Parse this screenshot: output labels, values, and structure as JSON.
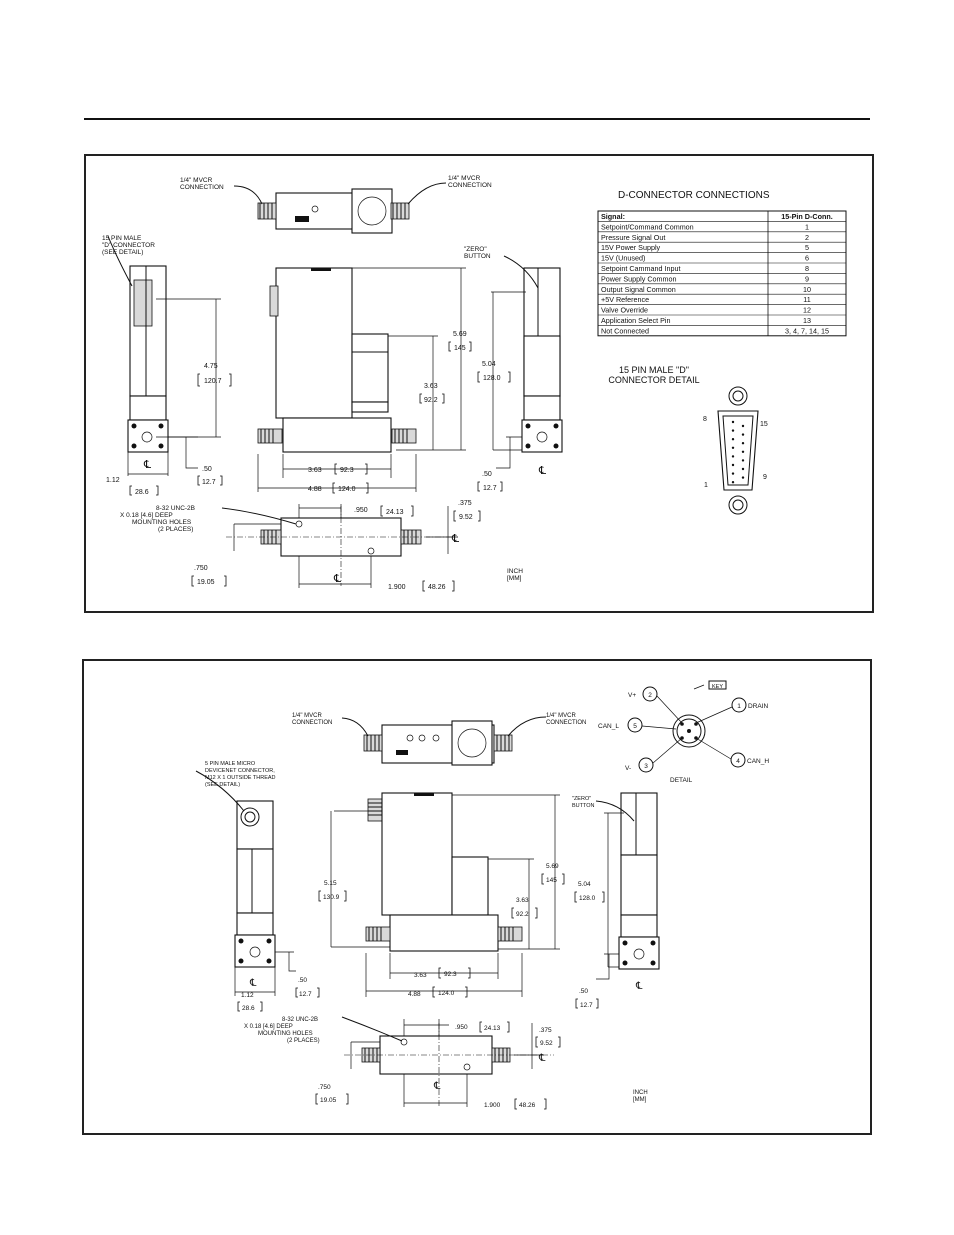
{
  "top_panel": {
    "labels": {
      "mvcr_left_1": "1/4\" MVCR",
      "mvcr_left_2": "CONNECTION",
      "mvcr_right_1": "1/4\" MVCR",
      "mvcr_right_2": "CONNECTION",
      "dconn_1": "15 PIN MALE",
      "dconn_2": "\"D\" CONNECTOR",
      "dconn_3": "(SEE DETAIL)",
      "zero_1": "\"ZERO\"",
      "zero_2": "BUTTON",
      "mount_1": "8-32 UNC-2B",
      "mount_2": "X 0.18 [4.6] DEEP",
      "mount_3": "MOUNTING HOLES",
      "mount_4": "(2 PLACES)",
      "units_1": "INCH",
      "units_2": "[MM]",
      "detail_1": "15 PIN MALE \"D\"",
      "detail_2": "CONNECTOR DETAIL",
      "pin_8": "8",
      "pin_15": "15",
      "pin_1": "1",
      "pin_9": "9",
      "cl": "℄"
    },
    "dims": {
      "d475": "4.75",
      "d475mm": "120.7",
      "d112": "1.12",
      "d112mm": "28.6",
      "d50a": ".50",
      "d50amm": "12.7",
      "d569": "5.69",
      "d569mm": "145",
      "d363h": "3.63",
      "d363hmm": "92.2",
      "d504": "5.04",
      "d504mm": "128.0",
      "d50b": ".50",
      "d50bmm": "12.7",
      "d363w": "3.63",
      "d363wmm": "92.3",
      "d488": "4.88",
      "d488mm": "124.0",
      "d950": ".950",
      "d950mm": "24.13",
      "d375": ".375",
      "d375mm": "9.52",
      "d750": ".750",
      "d750mm": "19.05",
      "d1900": "1.900",
      "d1900mm": "48.26"
    },
    "table": {
      "title": "D-CONNECTOR CONNECTIONS",
      "header": [
        "Signal:",
        "15-Pin D-Conn."
      ],
      "rows": [
        [
          "Setpoint/Command Common",
          "1"
        ],
        [
          "Pressure Signal Out",
          "2"
        ],
        [
          "15V Power Supply",
          "5"
        ],
        [
          "15V (Unused)",
          "6"
        ],
        [
          "Setpoint Cammand Input",
          "8"
        ],
        [
          "Power Supply Common",
          "9"
        ],
        [
          "Output Signal Common",
          "10"
        ],
        [
          "+5V Reference",
          "11"
        ],
        [
          "Valve Override",
          "12"
        ],
        [
          "Application Select Pin",
          "13"
        ],
        [
          "Not Connected",
          "3, 4, 7, 14, 15"
        ]
      ]
    }
  },
  "bottom_panel": {
    "labels": {
      "mvcr_left_1": "1/4\" MVCR",
      "mvcr_left_2": "CONNECTION",
      "mvcr_right_1": "1/4\" MVCR",
      "mvcr_right_2": "CONNECTION",
      "micro_1": "5 PIN MALE MICRO",
      "micro_2": "DEVICENET CONNECTOR,",
      "micro_3": "M12 X 1 OUTSIDE THREAD",
      "micro_4": "(SEE DETAIL)",
      "zero_1": "\"ZERO\"",
      "zero_2": "BUTTON",
      "mount_1": "8-32 UNC-2B",
      "mount_2": "X 0.18 [4.6] DEEP",
      "mount_3": "MOUNTING HOLES",
      "mount_4": "(2 PLACES)",
      "units_1": "INCH",
      "units_2": "[MM]",
      "detail": "DETAIL",
      "key": "KEY",
      "v_plus": "V+",
      "can_l": "CAN_L",
      "v_minus": "V-",
      "drain": "DRAIN",
      "can_h": "CAN_H",
      "p1": "1",
      "p2": "2",
      "p3": "3",
      "p4": "4",
      "p5": "5",
      "cl": "℄"
    },
    "dims": {
      "d515": "5.15",
      "d515mm": "130.9",
      "d112": "1.12",
      "d112mm": "28.6",
      "d50a": ".50",
      "d50amm": "12.7",
      "d569": "5.69",
      "d569mm": "145",
      "d363h": "3.63",
      "d363hmm": "92.2",
      "d504": "5.04",
      "d504mm": "128.0",
      "d50b": ".50",
      "d50bmm": "12.7",
      "d363w": "3.63",
      "d363wmm": "92.3",
      "d488": "4.88",
      "d488mm": "124.0",
      "d950": ".950",
      "d950mm": "24.13",
      "d375": ".375",
      "d375mm": "9.52",
      "d750": ".750",
      "d750mm": "19.05",
      "d1900": "1.900",
      "d1900mm": "48.26"
    }
  }
}
